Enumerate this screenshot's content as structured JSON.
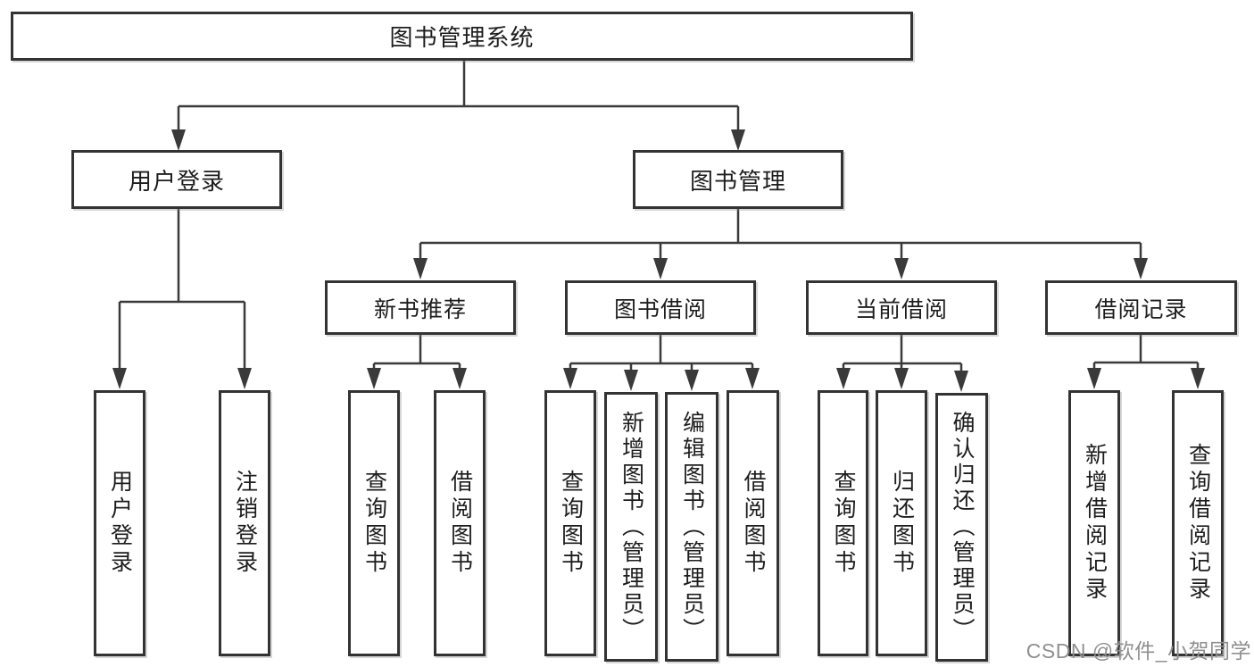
{
  "diagram_title": "图书管理系统",
  "nodes": {
    "root": "图书管理系统",
    "userLoginBranch": "用户登录",
    "bookMgmt": "图书管理",
    "newBookRec": "新书推荐",
    "bookBorrow": "图书借阅",
    "currentBorrow": "当前借阅",
    "borrowRecords": "借阅记录",
    "userLogin": "用户登录",
    "logout": "注销登录",
    "queryBooksA": "查询图书",
    "borrowBooksA": "借阅图书",
    "queryBooksB": "查询图书",
    "addBooksAdmin": "新增图书（管理员）",
    "editBooksAdmin": "编辑图书（管理员）",
    "borrowBooksB": "借阅图书",
    "queryBooksC": "查询图书",
    "returnBooks": "归还图书",
    "confirmReturnAdmin": "确认归还（管理员）",
    "addBorrowRecord": "新增借阅记录",
    "queryBorrowRecord": "查询借阅记录"
  },
  "edges": [
    {
      "from": "root",
      "to": "userLoginBranch"
    },
    {
      "from": "root",
      "to": "bookMgmt"
    },
    {
      "from": "userLoginBranch",
      "to": "userLogin"
    },
    {
      "from": "userLoginBranch",
      "to": "logout"
    },
    {
      "from": "bookMgmt",
      "to": "newBookRec"
    },
    {
      "from": "bookMgmt",
      "to": "bookBorrow"
    },
    {
      "from": "bookMgmt",
      "to": "currentBorrow"
    },
    {
      "from": "bookMgmt",
      "to": "borrowRecords"
    },
    {
      "from": "newBookRec",
      "to": "queryBooksA"
    },
    {
      "from": "newBookRec",
      "to": "borrowBooksA"
    },
    {
      "from": "bookBorrow",
      "to": "queryBooksB"
    },
    {
      "from": "bookBorrow",
      "to": "addBooksAdmin"
    },
    {
      "from": "bookBorrow",
      "to": "editBooksAdmin"
    },
    {
      "from": "bookBorrow",
      "to": "borrowBooksB"
    },
    {
      "from": "currentBorrow",
      "to": "queryBooksC"
    },
    {
      "from": "currentBorrow",
      "to": "returnBooks"
    },
    {
      "from": "currentBorrow",
      "to": "confirmReturnAdmin"
    },
    {
      "from": "borrowRecords",
      "to": "addBorrowRecord"
    },
    {
      "from": "borrowRecords",
      "to": "queryBorrowRecord"
    }
  ],
  "watermark": "CSDN @软件_小贺同学",
  "colors": {
    "line": "#3a3a3a",
    "box_border": "#333333",
    "text": "#1d1d1d",
    "watermark": "#8f8f8f",
    "background": "#ffffff"
  }
}
